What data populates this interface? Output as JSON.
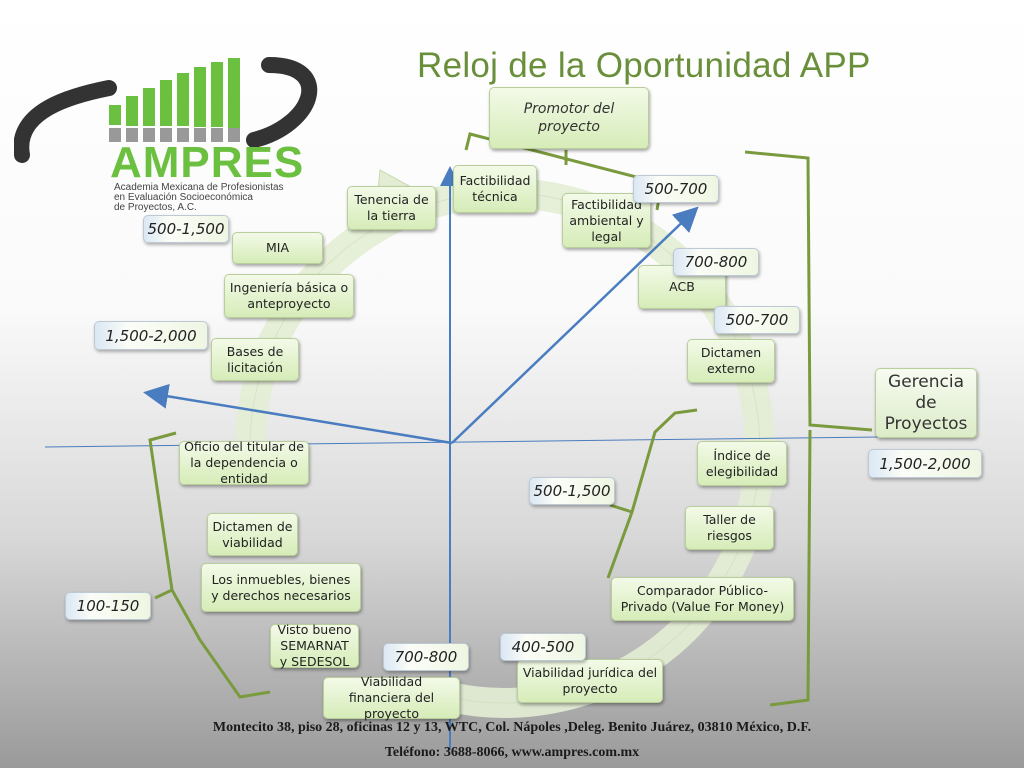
{
  "title": "Reloj de la Oportunidad APP",
  "logo": {
    "name": "AMPRES",
    "subtitle_lines": [
      "Academia Mexicana de Profesionistas",
      "en Evaluación Socioeconómica",
      "de Proyectos, A.C."
    ]
  },
  "promotor": "Promotor del proyecto",
  "gerencia": "Gerencia de Proyectos",
  "steps": [
    {
      "id": "factibilidad-tecnica",
      "label": "Factibilidad técnica"
    },
    {
      "id": "factibilidad-ambiental",
      "label": "Factibilidad ambiental y legal"
    },
    {
      "id": "acb",
      "label": "ACB"
    },
    {
      "id": "dictamen-externo",
      "label": "Dictamen externo"
    },
    {
      "id": "indice-elegibilidad",
      "label": "Índice de elegibilidad"
    },
    {
      "id": "taller-riesgos",
      "label": "Taller de riesgos"
    },
    {
      "id": "comparador",
      "label": "Comparador Público-Privado (Value For Money)"
    },
    {
      "id": "viabilidad-juridica",
      "label": "Viabilidad jurídica del proyecto"
    },
    {
      "id": "viabilidad-financiera",
      "label": "Viabilidad financiera del proyecto"
    },
    {
      "id": "visto-bueno",
      "label": "Visto bueno SEMARNAT y SEDESOL"
    },
    {
      "id": "inmuebles",
      "label": "Los inmuebles, bienes y derechos necesarios"
    },
    {
      "id": "dictamen-viabilidad",
      "label": "Dictamen de viabilidad"
    },
    {
      "id": "oficio",
      "label": "Oficio del titular de la dependencia o entidad"
    },
    {
      "id": "bases",
      "label": "Bases de licitación"
    },
    {
      "id": "ingenieria",
      "label": "Ingeniería básica o anteproyecto"
    },
    {
      "id": "mia",
      "label": "MIA"
    },
    {
      "id": "tenencia",
      "label": "Tenencia de la tierra"
    }
  ],
  "ranges": [
    {
      "id": "r-500-700-top",
      "label": "500-700"
    },
    {
      "id": "r-700-800-right",
      "label": "700-800"
    },
    {
      "id": "r-500-700-right",
      "label": "500-700"
    },
    {
      "id": "r-1500-2000-gerencia",
      "label": "1,500-2,000"
    },
    {
      "id": "r-500-1500-center",
      "label": "500-1,500"
    },
    {
      "id": "r-400-500",
      "label": "400-500"
    },
    {
      "id": "r-700-800-bottom",
      "label": "700-800"
    },
    {
      "id": "r-100-150",
      "label": "100-150"
    },
    {
      "id": "r-1500-2000-left",
      "label": "1,500-2,000"
    },
    {
      "id": "r-500-1500-left",
      "label": "500-1,500"
    }
  ],
  "footer": {
    "address": "Montecito 38, piso 28, oficinas 12 y 13, WTC, Col. Nápoles ,Deleg. Benito Juárez, 03810 México, D.F.",
    "phone": "Teléfono: 3688-8066, www.ampres.com.mx"
  },
  "colors": {
    "title": "#6a8f3a",
    "bracket": "#7a9a3e",
    "axis": "#4a7cc0",
    "ring": "#e6efd8"
  }
}
